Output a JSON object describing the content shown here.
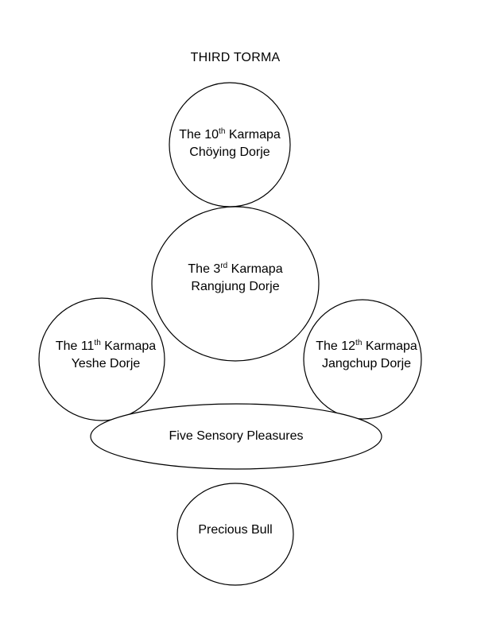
{
  "title": "THIRD TORMA",
  "nodes": {
    "karmapa_10": {
      "prefix": "The 10",
      "ordinal": "th",
      "suffix": " Karmapa",
      "name": "Chöying Dorje"
    },
    "karmapa_3": {
      "prefix": "The 3",
      "ordinal": "rd",
      "suffix": " Karmapa",
      "name": "Rangjung Dorje"
    },
    "karmapa_11": {
      "prefix": "The 11",
      "ordinal": "th",
      "suffix": " Karmapa",
      "name": "Yeshe Dorje"
    },
    "karmapa_12": {
      "prefix": "The 12",
      "ordinal": "th",
      "suffix": " Karmapa",
      "name": "Jangchup Dorje"
    },
    "five_sensory": {
      "label": "Five Sensory Pleasures"
    },
    "precious_bull": {
      "label": "Precious Bull"
    }
  },
  "colors": {
    "stroke": "#000000",
    "fill": "#ffffff",
    "text": "#000000"
  }
}
